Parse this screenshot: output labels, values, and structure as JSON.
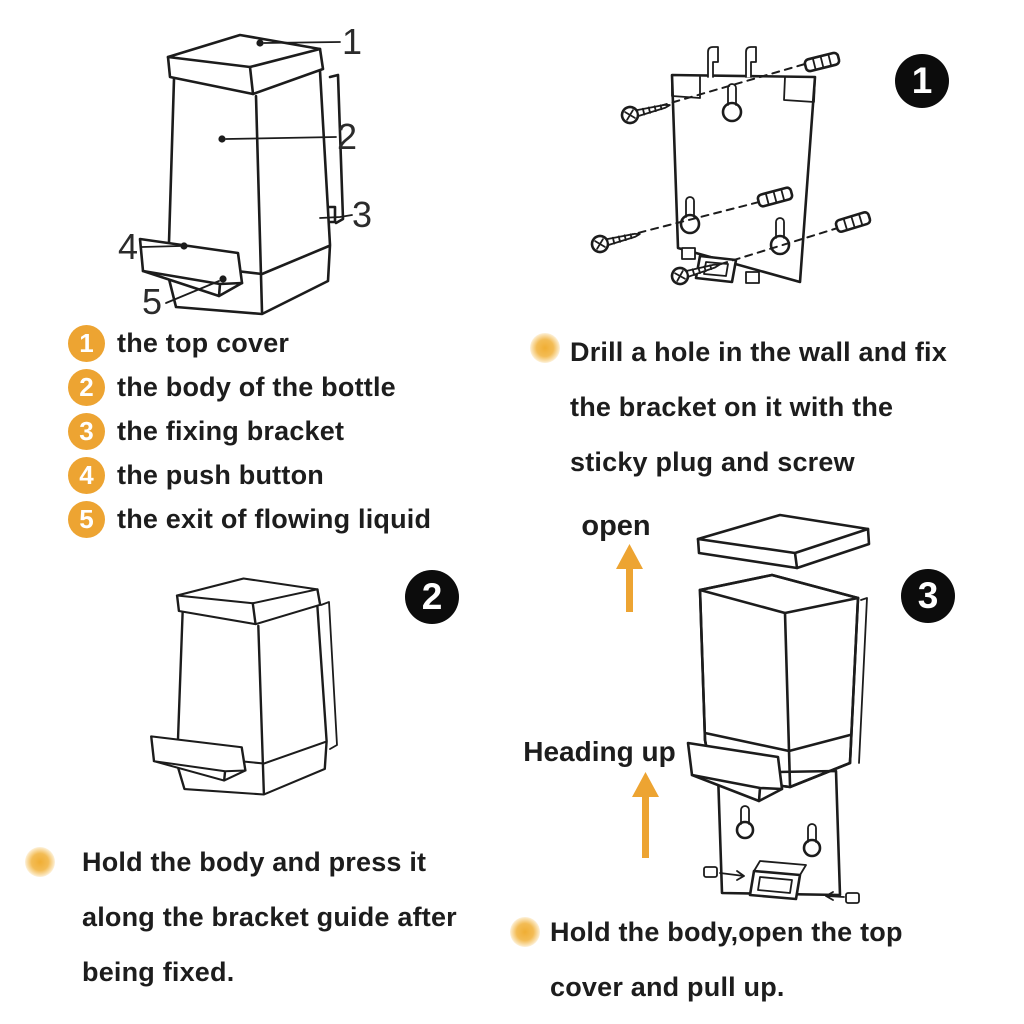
{
  "colors": {
    "accent_orange": "#eda432",
    "badge_black": "#0c0c0c",
    "line_color": "#1c1c1c",
    "text_color": "#1d1d1d"
  },
  "parts_diagram": {
    "callouts": [
      "1",
      "2",
      "3",
      "4",
      "5"
    ]
  },
  "legend": {
    "items": [
      {
        "num": "1",
        "label": "the top cover"
      },
      {
        "num": "2",
        "label": "the body of the bottle"
      },
      {
        "num": "3",
        "label": "the fixing bracket"
      },
      {
        "num": "4",
        "label": "the push button"
      },
      {
        "num": "5",
        "label": "the exit of flowing liquid"
      }
    ]
  },
  "steps": [
    {
      "badge": "1",
      "lines": [
        "Drill a hole in the wall and fix",
        "the bracket on it with the",
        "sticky plug and screw"
      ]
    },
    {
      "badge": "2",
      "lines": [
        "Hold the body and press it",
        "along the bracket guide after",
        "being fixed."
      ]
    },
    {
      "badge": "3",
      "lines": [
        "Hold the body,open the top",
        "cover and pull up."
      ]
    }
  ],
  "annotations": {
    "open": "open",
    "heading_up": "Heading up"
  }
}
